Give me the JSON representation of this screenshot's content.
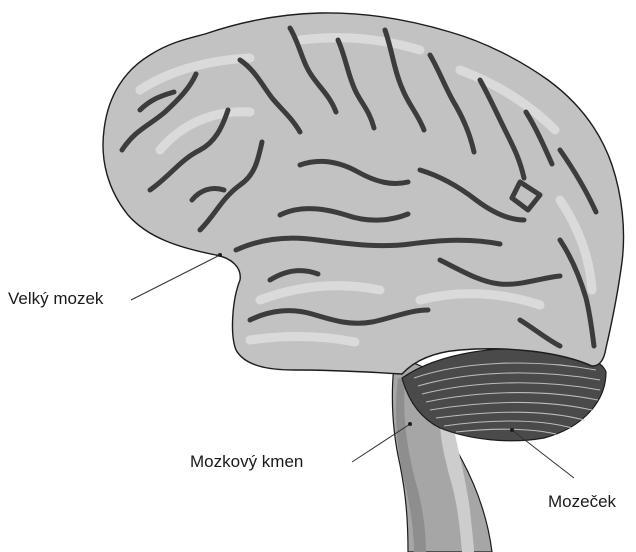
{
  "labels": {
    "cerebrum": "Velký mozek",
    "brainstem": "Mozkový kmen",
    "cerebellum": "Mozeček"
  },
  "colors": {
    "cortex_fill": "#c2c2c2",
    "gyrus_highlight": "#dadada",
    "sulcus_dark": "#3c3c3c",
    "outline": "#1c1c1c",
    "brainstem_fill": "#a6a6a6",
    "brainstem_light": "#cdcdcd",
    "cerebellum_fill": "#4a4a4a",
    "cerebellum_lines": "#bcbcbc",
    "leader_line": "#333333"
  }
}
